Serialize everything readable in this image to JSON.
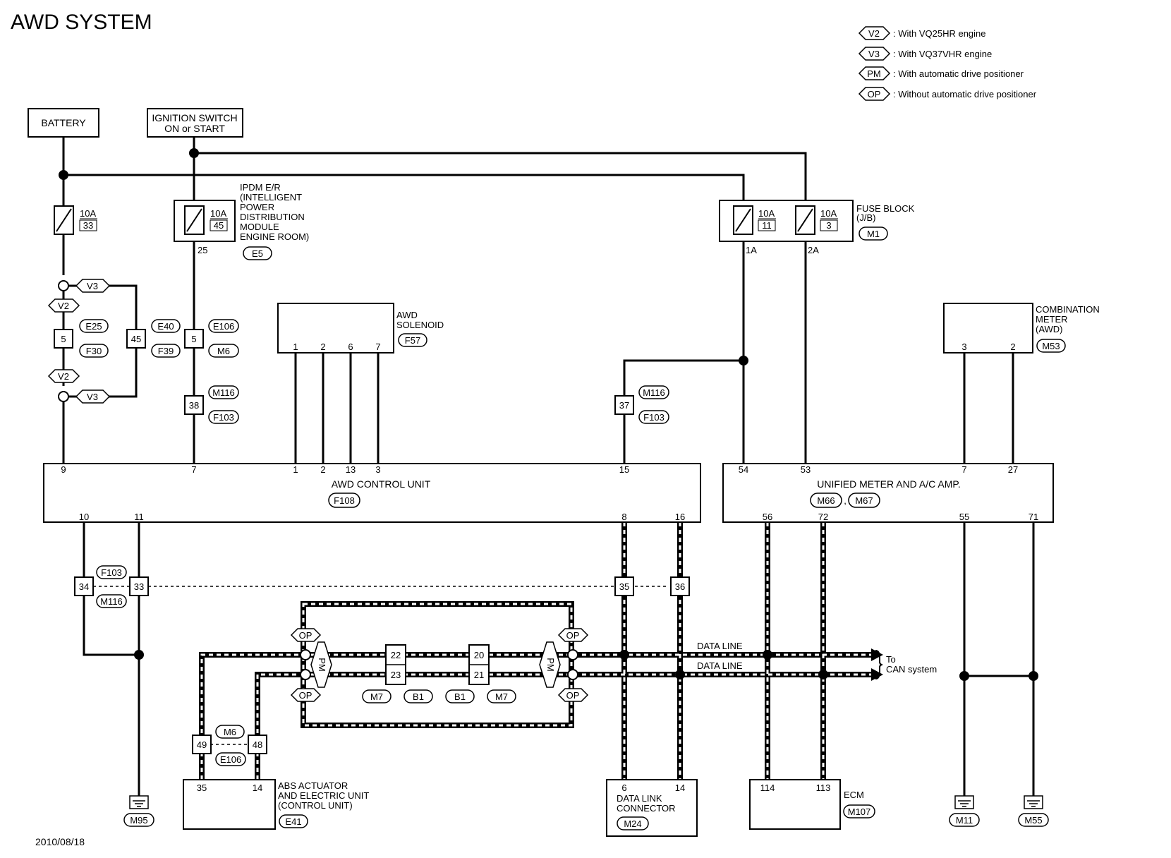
{
  "title": "AWD SYSTEM",
  "date": "2010/08/18",
  "legend": [
    {
      "code": "V2",
      "text": ": With VQ25HR engine"
    },
    {
      "code": "V3",
      "text": ": With VQ37VHR engine"
    },
    {
      "code": "PM",
      "text": ": With automatic drive positioner"
    },
    {
      "code": "OP",
      "text": ": Without automatic drive positioner"
    }
  ],
  "components": {
    "battery": "BATTERY",
    "ignition": [
      "IGNITION SWITCH",
      "ON or START"
    ],
    "ipdm": {
      "lines": [
        "IPDM E/R",
        "(INTELLIGENT",
        "POWER",
        "DISTRIBUTION",
        "MODULE",
        "ENGINE ROOM)"
      ],
      "conn": "E5",
      "fuse_amp": "10A",
      "fuse_no": "45",
      "pin": "25"
    },
    "battery_fuse": {
      "amp": "10A",
      "no": "33"
    },
    "fuse_block": {
      "lines": [
        "FUSE BLOCK",
        "(J/B)"
      ],
      "conn": "M1",
      "fuse1_amp": "10A",
      "fuse1_no": "11",
      "fuse2_amp": "10A",
      "fuse2_no": "3",
      "pin1": "1A",
      "pin2": "2A"
    },
    "awd_solenoid": {
      "lines": [
        "AWD",
        "SOLENOID"
      ],
      "conn": "F57",
      "pins": [
        "1",
        "2",
        "6",
        "7"
      ]
    },
    "combination_meter": {
      "lines": [
        "COMBINATION",
        "METER",
        "(AWD)"
      ],
      "conn": "M53",
      "pins": [
        "3",
        "2"
      ]
    },
    "awd_control_unit": {
      "name": "AWD CONTROL UNIT",
      "conn": "F108",
      "top_pins": [
        "9",
        "7",
        "1",
        "2",
        "13",
        "3",
        "15"
      ],
      "bottom_pins": [
        "10",
        "11",
        "8",
        "16"
      ]
    },
    "unified_meter": {
      "name": "UNIFIED METER AND A/C AMP.",
      "conn1": "M66",
      "sep": ",",
      "conn2": "M67",
      "top_pins": [
        "54",
        "53",
        "7",
        "27"
      ],
      "bottom_pins": [
        "56",
        "72",
        "55",
        "71"
      ]
    },
    "abs": {
      "lines": [
        "ABS ACTUATOR",
        "AND ELECTRIC UNIT",
        "(CONTROL UNIT)"
      ],
      "conn": "E41",
      "pins": [
        "35",
        "14"
      ]
    },
    "data_link": {
      "lines": [
        "DATA LINK",
        "CONNECTOR"
      ],
      "conn": "M24",
      "pins": [
        "6",
        "14"
      ]
    },
    "ecm": {
      "name": "ECM",
      "conn": "M107",
      "pins": [
        "114",
        "113"
      ]
    }
  },
  "connectors": {
    "e25": "E25",
    "f30": "F30",
    "e40": "E40",
    "f39": "F39",
    "e106a": "E106",
    "m6a": "M6",
    "m116a": "M116",
    "f103a": "F103",
    "m116b": "M116",
    "f103b": "F103",
    "f103c": "F103",
    "m116c": "M116",
    "m6b": "M6",
    "e106b": "E106",
    "m7a": "M7",
    "b1a": "B1",
    "b1b": "B1",
    "m7b": "M7"
  },
  "terminals": {
    "t5a": "5",
    "t45": "45",
    "t5b": "5",
    "t38": "38",
    "t37": "37",
    "t34": "34",
    "t33": "33",
    "t35": "35",
    "t36": "36",
    "t22": "22",
    "t23": "23",
    "t20": "20",
    "t21": "21",
    "t49": "49",
    "t48": "48"
  },
  "variants": {
    "v3a": "V3",
    "v2a": "V2",
    "v2b": "V2",
    "v3b": "V3",
    "op1": "OP",
    "op2": "OP",
    "op3": "OP",
    "op4": "OP",
    "pm1": "PM",
    "pm2": "PM"
  },
  "grounds": {
    "g1": "M95",
    "g2": "M11",
    "g3": "M55"
  },
  "labels": {
    "data_line1": "DATA LINE",
    "data_line2": "DATA LINE",
    "to": "To",
    "can_system": "CAN system"
  }
}
